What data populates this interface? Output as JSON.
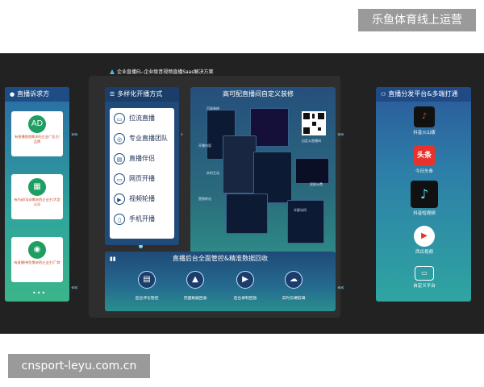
{
  "watermark_top": "乐鱼体育线上运营",
  "watermark_bottom": "cnsport-leyu.com.cn",
  "diagram": {
    "title": "企业直播EL-企业级音视频直播Saas解决方案",
    "left": {
      "head": "直播诉求方",
      "cards": [
        {
          "icon": "AD",
          "text": "有直播营销需求的企业广告主/品牌"
        },
        {
          "icon": "▦",
          "text": "有内训/培训需求的企业主/大型公司"
        },
        {
          "icon": "◉",
          "text": "有直播/带货需求的企业主/厂商"
        }
      ],
      "more": "•••"
    },
    "middle": {
      "head": "多样化开播方式",
      "items": [
        {
          "icon": "▭",
          "label": "拉流直播"
        },
        {
          "icon": "◎",
          "label": "专业直播团队"
        },
        {
          "icon": "▤",
          "label": "直播伴侣"
        },
        {
          "icon": "▭",
          "label": "网页开播"
        },
        {
          "icon": "▶",
          "label": "视频轮播"
        },
        {
          "icon": "▯",
          "label": "手机开播"
        }
      ]
    },
    "decor": {
      "head": "高可配直播间自定义装修",
      "labels": [
        "页面装修",
        "开播内容",
        "实时互动",
        "营销转化",
        "半屏访问",
        "双屏计费",
        "自定义直播间"
      ]
    },
    "bottom": {
      "head": "直播后台全面管控&精准数据回收",
      "items": [
        {
          "icon": "▤",
          "label": "后台评论管控"
        },
        {
          "icon": "▲",
          "label": "页面数据回收"
        },
        {
          "icon": "▶",
          "label": "后台录制回放"
        },
        {
          "icon": "☁",
          "label": "实时云端剪辑"
        }
      ]
    },
    "right": {
      "head": "直播分发平台&多端打通",
      "items": [
        {
          "icon": "♪",
          "label": "抖音火山版",
          "color": "#f04a2c"
        },
        {
          "icon": "头条",
          "label": "今日头条",
          "color": "#e8322c"
        },
        {
          "icon": "♪",
          "label": "抖音短视频",
          "color": "#111111"
        },
        {
          "icon": "▶",
          "label": "西瓜视频",
          "color": "#e8322c"
        },
        {
          "icon": "▭",
          "label": "自定义平台",
          "color": "#ffffff"
        }
      ]
    }
  }
}
